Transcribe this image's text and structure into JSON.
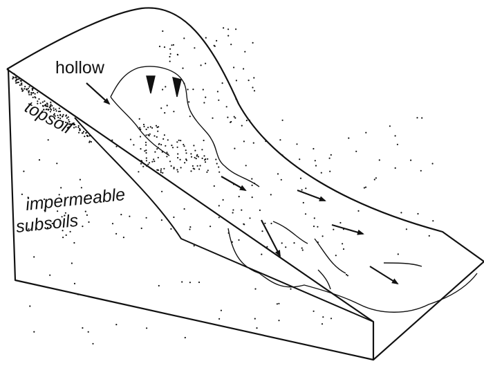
{
  "labels": {
    "hollow": "hollow",
    "topsoil": "topsoil",
    "impermeable": "impermeable",
    "subsoils": "subsoils"
  },
  "colors": {
    "ink": "#111111",
    "background": "#ffffff"
  }
}
